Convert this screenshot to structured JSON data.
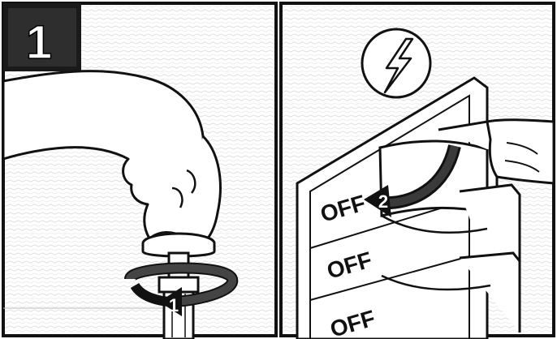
{
  "step_badge": {
    "number": "1"
  },
  "left_panel": {
    "rotation_marker": "1",
    "rotation_direction": "counter-clockwise",
    "icons": [
      "hand-icon",
      "water-valve-icon",
      "rotation-arrow-icon"
    ]
  },
  "right_panel": {
    "warning_symbol": "lightning-bolt-icon",
    "rotation_marker": "2",
    "switch_labels": [
      "OFF",
      "OFF",
      "OFF"
    ],
    "icons": [
      "hand-icon",
      "circuit-breaker-icon",
      "rotation-arrow-icon"
    ]
  },
  "colors": {
    "ink": "#111111",
    "paper": "#ffffff",
    "texture": "#dcdcdc"
  }
}
